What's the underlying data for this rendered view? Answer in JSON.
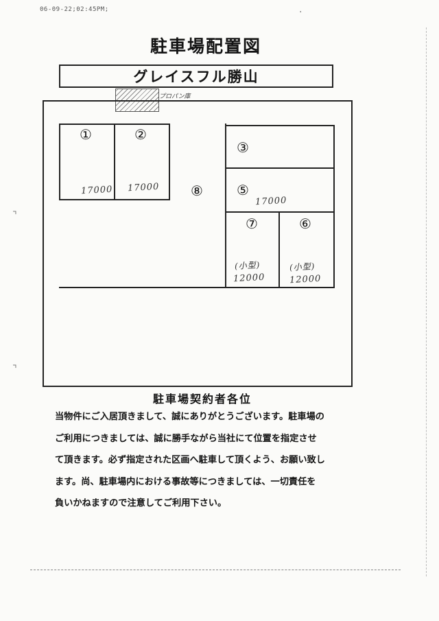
{
  "fax_header": "06-09-22;02:45PM;",
  "title": "駐車場配置図",
  "building_name": "グレイスフル勝山",
  "propane_label": "プロパン庫",
  "spaces": [
    {
      "id": "1",
      "label": "①",
      "note": "17000"
    },
    {
      "id": "2",
      "label": "②",
      "note": "17000"
    },
    {
      "id": "3",
      "label": "③",
      "note": ""
    },
    {
      "id": "5",
      "label": "⑤",
      "note": "17000"
    },
    {
      "id": "6",
      "label": "⑥",
      "size": "(小型)",
      "note": "12000"
    },
    {
      "id": "7",
      "label": "⑦",
      "size": "(小型)",
      "note": "12000"
    },
    {
      "id": "8",
      "label": "⑧",
      "note": ""
    }
  ],
  "notice": {
    "title": "駐車場契約者各位",
    "lines": [
      "当物件にご入居頂きまして、誠にありがとうございます。駐車場の",
      "ご利用につきましては、誠に勝手ながら当社にて位置を指定させ",
      "て頂きます。必ず指定された区画へ駐車して頂くよう、お願い致し",
      "ます。尚、駐車場内における事故等につきましては、一切責任を",
      "負いかねますので注意してご利用下さい。"
    ]
  }
}
